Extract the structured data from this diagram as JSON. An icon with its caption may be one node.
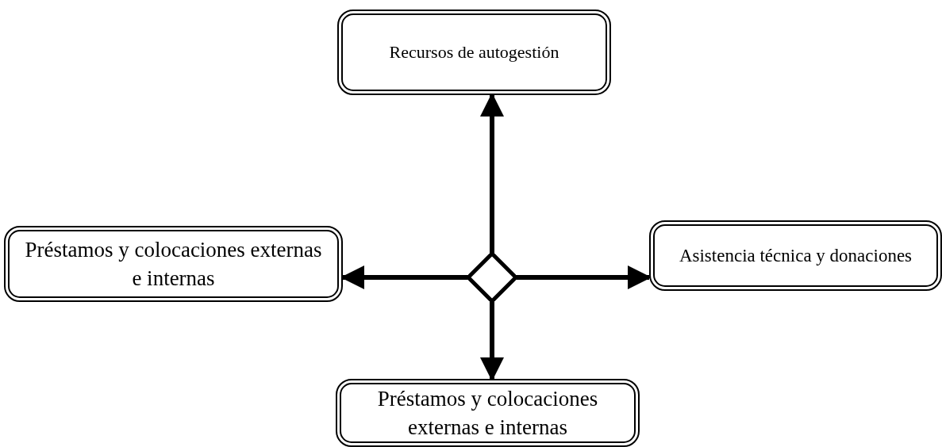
{
  "diagram": {
    "nodes": [
      {
        "text": [
          "Recursos de autogestión"
        ]
      },
      {
        "text": [
          "Préstamos y colocaciones externas e internas"
        ]
      },
      {
        "text": [],
        "shape": "diamond"
      },
      {
        "text": [
          "Asistencia técnica y donaciones"
        ]
      },
      {
        "text": [
          "Préstamos y colocaciones externas e internas"
        ]
      }
    ],
    "edges": [
      {
        "from": 2,
        "to": 0,
        "arrow": "to"
      },
      {
        "from": 2,
        "to": 1,
        "arrow": "to"
      },
      {
        "from": 2,
        "to": 3,
        "arrow": "to"
      },
      {
        "from": 2,
        "to": 4,
        "arrow": "to"
      }
    ]
  }
}
